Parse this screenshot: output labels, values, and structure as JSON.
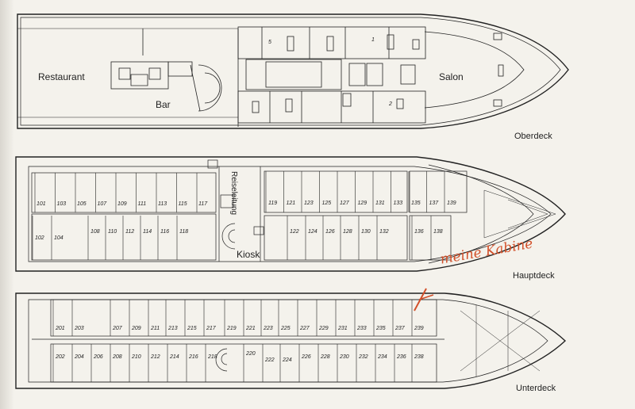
{
  "decks": {
    "oberdeck": {
      "label": "Oberdeck",
      "rooms": {
        "restaurant": "Restaurant",
        "bar": "Bar",
        "salon": "Salon"
      },
      "cabins": [
        "5",
        "1",
        "2"
      ]
    },
    "hauptdeck": {
      "label": "Hauptdeck",
      "rooms": {
        "kiosk": "Kiosk",
        "reiseleitung": "Reiseleitung"
      },
      "cabins_upper": [
        "101",
        "103",
        "105",
        "107",
        "109",
        "111",
        "113",
        "115",
        "117",
        "119",
        "121",
        "123",
        "125",
        "127",
        "129",
        "131",
        "133",
        "135",
        "137",
        "139"
      ],
      "cabins_lower": [
        "102",
        "104",
        "108",
        "110",
        "112",
        "114",
        "116",
        "118",
        "122",
        "124",
        "126",
        "128",
        "130",
        "132",
        "136",
        "138"
      ]
    },
    "unterdeck": {
      "label": "Unterdeck",
      "cabins_upper": [
        "201",
        "203",
        "207",
        "209",
        "211",
        "213",
        "215",
        "217",
        "219",
        "221",
        "223",
        "225",
        "227",
        "229",
        "231",
        "233",
        "235",
        "237",
        "239"
      ],
      "cabins_lower": [
        "202",
        "204",
        "206",
        "208",
        "210",
        "212",
        "214",
        "216",
        "218",
        "220",
        "222",
        "224",
        "226",
        "228",
        "230",
        "232",
        "234",
        "236",
        "238"
      ]
    }
  },
  "annotation": {
    "text": "meine Kabine",
    "color": "#d2502a"
  },
  "colors": {
    "ink": "#222222",
    "paper": "#f4f2ec"
  }
}
